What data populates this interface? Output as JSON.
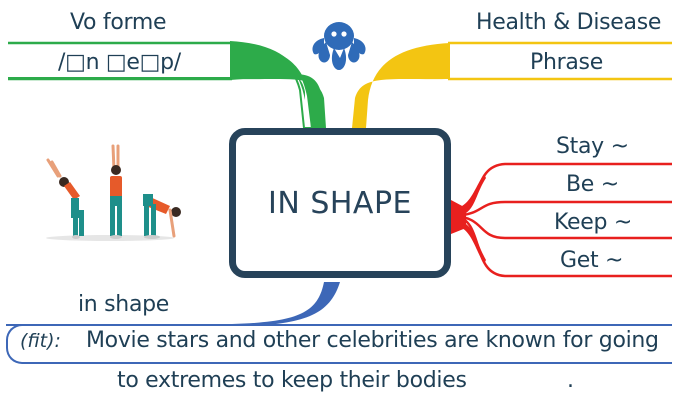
{
  "center": {
    "title": "IN SHAPE"
  },
  "branches": {
    "vo_forme": {
      "title": "Vo forme",
      "pronunciation": "/□n □e□p/"
    },
    "health": {
      "title": "Health & Disease",
      "sub": "Phrase"
    },
    "verbs": [
      "Stay ~",
      "Be ~",
      "Keep ~",
      "Get ~"
    ],
    "in_shape": {
      "title": "in shape"
    }
  },
  "example": {
    "tag": "(fit):",
    "line1": "Movie stars and other celebrities are known for going",
    "line2": "to extremes to keep their bodies",
    "end": "."
  },
  "colors": {
    "green": "#2dab4a",
    "yellow": "#f3c512",
    "red": "#e8201e",
    "blue": "#3d67b7",
    "navy": "#27435a",
    "octopus": "#2f6bb8"
  },
  "icons": {
    "mascot": "octopus-icon",
    "illustration": "stretching-exercise-illustration"
  }
}
